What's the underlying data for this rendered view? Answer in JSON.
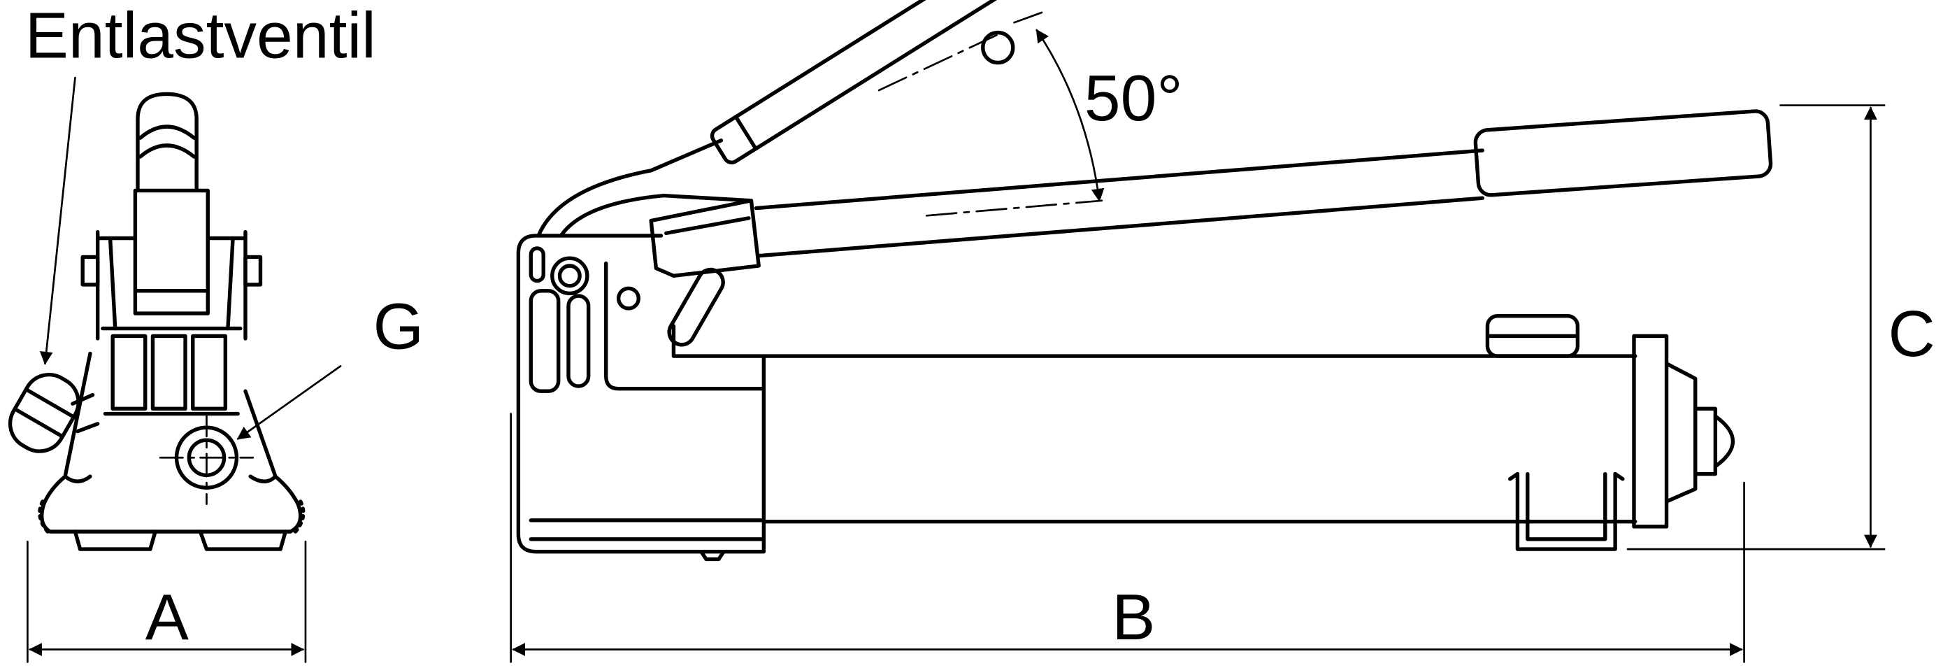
{
  "labels": {
    "relief_valve": "Entlastventil",
    "port": "G",
    "angle": "50°",
    "dim_a": "A",
    "dim_b": "B",
    "dim_c": "C"
  },
  "colors": {
    "line": "#000000",
    "background": "#ffffff"
  }
}
